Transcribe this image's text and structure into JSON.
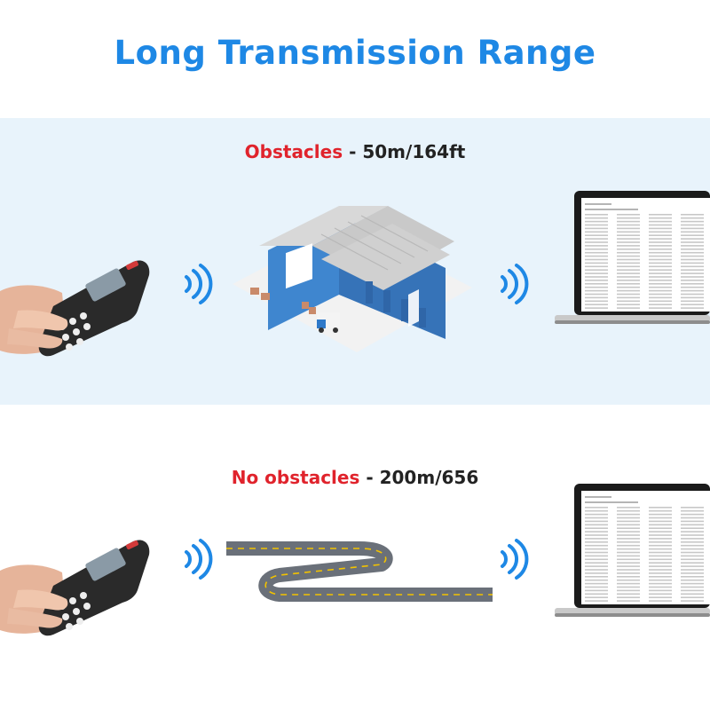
{
  "title": "Long Transmission Range",
  "colors": {
    "title": "#1e88e5",
    "accent_red": "#e0232c",
    "text_dark": "#222222",
    "band_bg": "#e8f3fb",
    "signal": "#1e88e5",
    "warehouse_wall": "#3f86cf",
    "warehouse_roof": "#d8d8d8",
    "road": "#6a7079",
    "road_line": "#f2c200"
  },
  "sections": [
    {
      "label_red": "Obstacles",
      "label_rest": " - 50m/164ft",
      "scene": "warehouse"
    },
    {
      "label_red": "No obstacles",
      "label_rest": " - 200m/656",
      "scene": "road"
    }
  ],
  "icons": [
    "handheld-scanner-icon",
    "signal-waves-icon",
    "warehouse-icon",
    "winding-road-icon",
    "laptop-icon"
  ]
}
